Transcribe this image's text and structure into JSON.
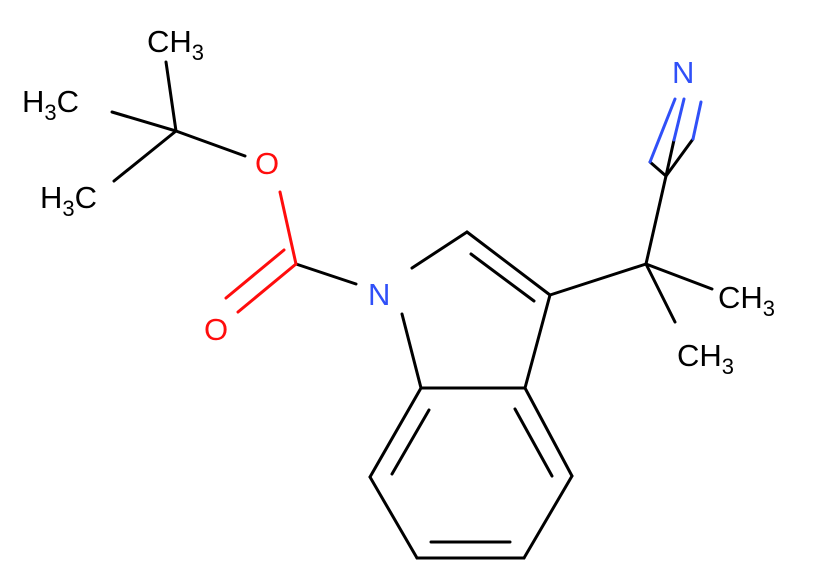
{
  "colors": {
    "carbon": "#000000",
    "nitrogen": "#3050F8",
    "oxygen": "#FF0D0D",
    "background": "#FFFFFF"
  },
  "atoms": {
    "ch3_top": {
      "main": "CH",
      "sub": "3"
    },
    "h3c_upper": {
      "h": "H",
      "sub": "3",
      "c": "C"
    },
    "h3c_lower": {
      "h": "H",
      "sub": "3",
      "c": "C"
    },
    "o_ester": "O",
    "o_carbonyl": "O",
    "n_indole": "N",
    "n_nitrile": "N",
    "ch3_right_upper": {
      "main": "CH",
      "sub": "3"
    },
    "ch3_right_lower": {
      "main": "CH",
      "sub": "3"
    }
  }
}
